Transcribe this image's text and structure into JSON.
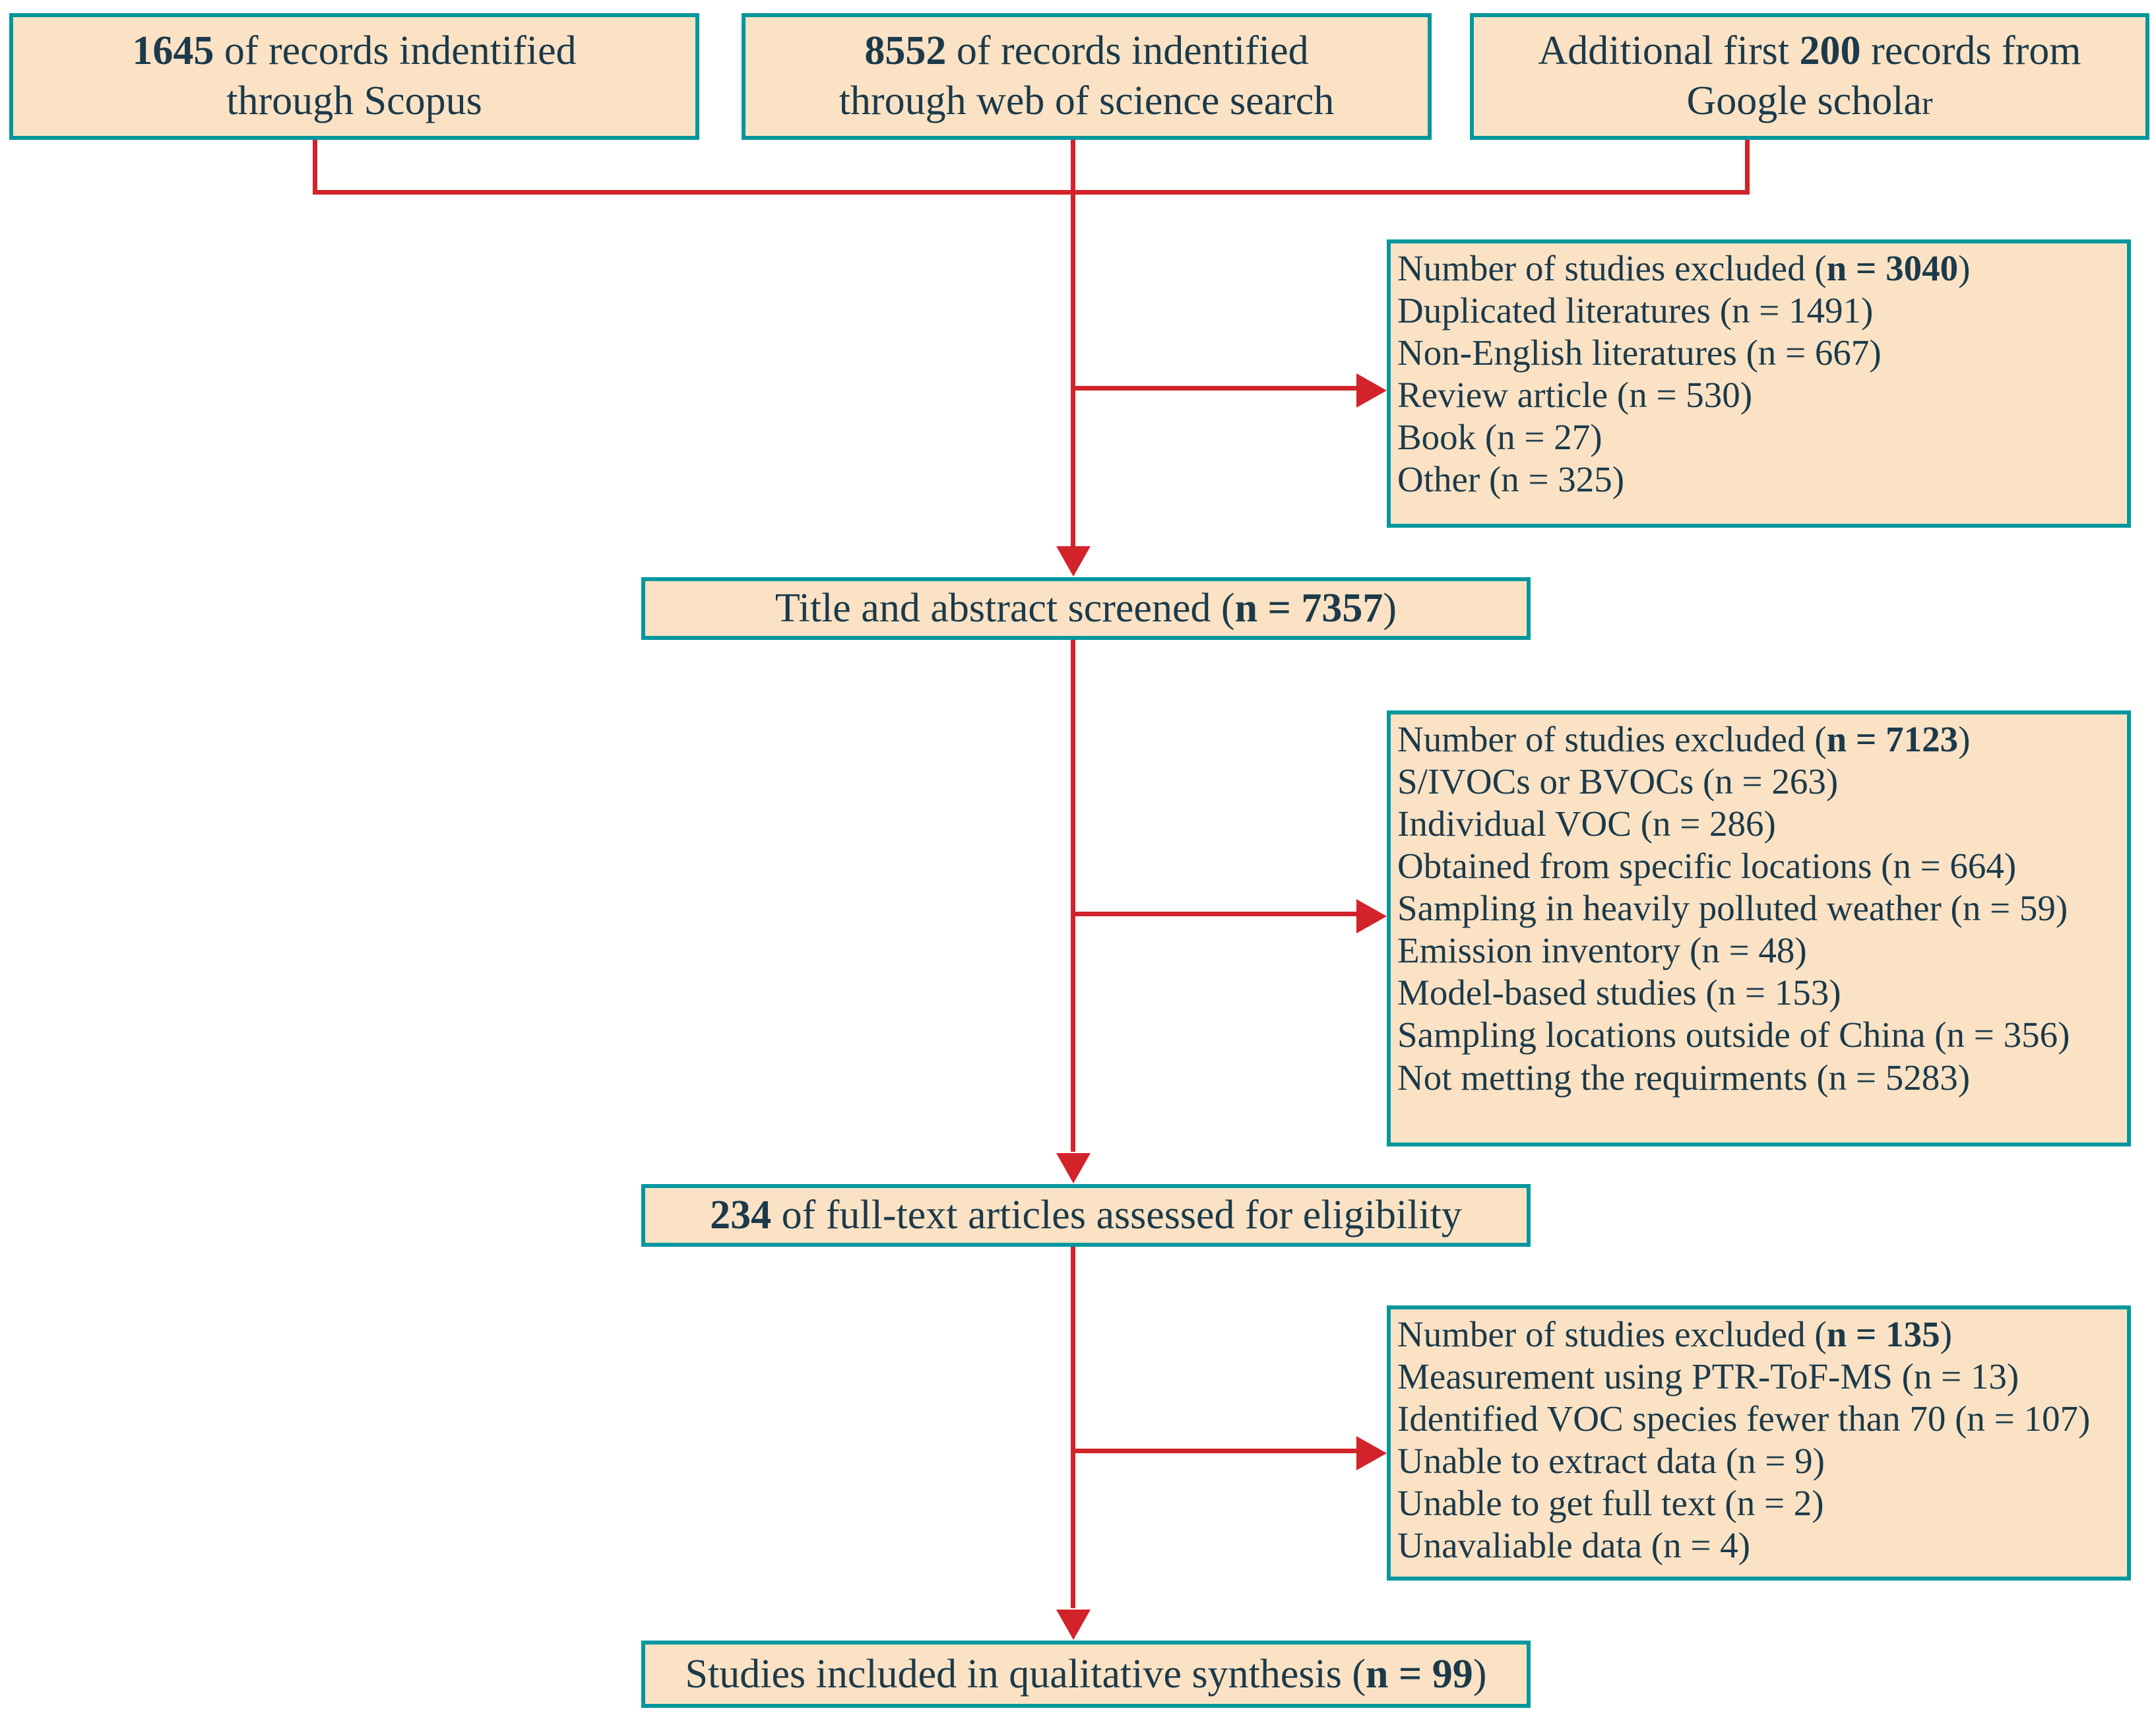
{
  "diagram": {
    "title": "PRISMA study selection flow diagram",
    "colors": {
      "box_fill": "#fbe2c4",
      "box_border": "#00979d",
      "box_text": "#1b3a4b",
      "connector": "#d3232a",
      "page_background": "#ffffff"
    },
    "sources": [
      {
        "id": "scopus",
        "count": "1645",
        "line1_rest": " of records indentified",
        "line2": "through Scopus"
      },
      {
        "id": "web-of-science",
        "count": "8552",
        "line1_rest": " of records indentified",
        "line2": "through web of science search"
      },
      {
        "id": "google-scholar",
        "line1_pre": "Additional first ",
        "count": "200",
        "line1_rest": " records from",
        "line2_main": "Google schola",
        "line2_tail": "r"
      }
    ],
    "stages": [
      {
        "id": "screened",
        "text_pre": "Title and abstract screened (",
        "bold": "n = 7357",
        "text_post": ")"
      },
      {
        "id": "full-text",
        "bold_lead": "234",
        "text_post": " of full-text articles assessed for eligibility"
      },
      {
        "id": "included",
        "text_pre": "Studies included in qualitative synthesis (",
        "bold": "n = 99",
        "text_post": ")"
      }
    ],
    "exclusions": [
      {
        "id": "exclusion-1",
        "heading_pre": "Number of studies excluded (",
        "heading_bold": "n = 3040",
        "heading_post": ")",
        "reasons": [
          "Duplicated literatures (n = 1491)",
          "Non-English literatures (n = 667)",
          "Review article (n = 530)",
          "Book (n = 27)",
          "Other (n = 325)"
        ]
      },
      {
        "id": "exclusion-2",
        "heading_pre": "Number of studies excluded (",
        "heading_bold": "n = 7123",
        "heading_post": ")",
        "reasons": [
          "S/IVOCs or BVOCs (n = 263)",
          "Individual VOC (n = 286)",
          "Obtained from specific locations (n = 664)",
          "Sampling in heavily polluted weather (n = 59)",
          "Emission inventory (n = 48)",
          "Model-based studies (n = 153)",
          "Sampling locations outside of China (n = 356)",
          "Not metting the requirments (n = 5283)"
        ]
      },
      {
        "id": "exclusion-3",
        "heading_pre": "Number of studies excluded (",
        "heading_bold": "n = 135",
        "heading_post": ")",
        "reasons": [
          "Measurement using PTR-ToF-MS (n = 13)",
          "Identified VOC species fewer than 70 (n = 107)",
          "Unable to extract data (n = 9)",
          "Unable to get full text (n = 2)",
          "Unavaliable data (n = 4)"
        ]
      }
    ]
  }
}
